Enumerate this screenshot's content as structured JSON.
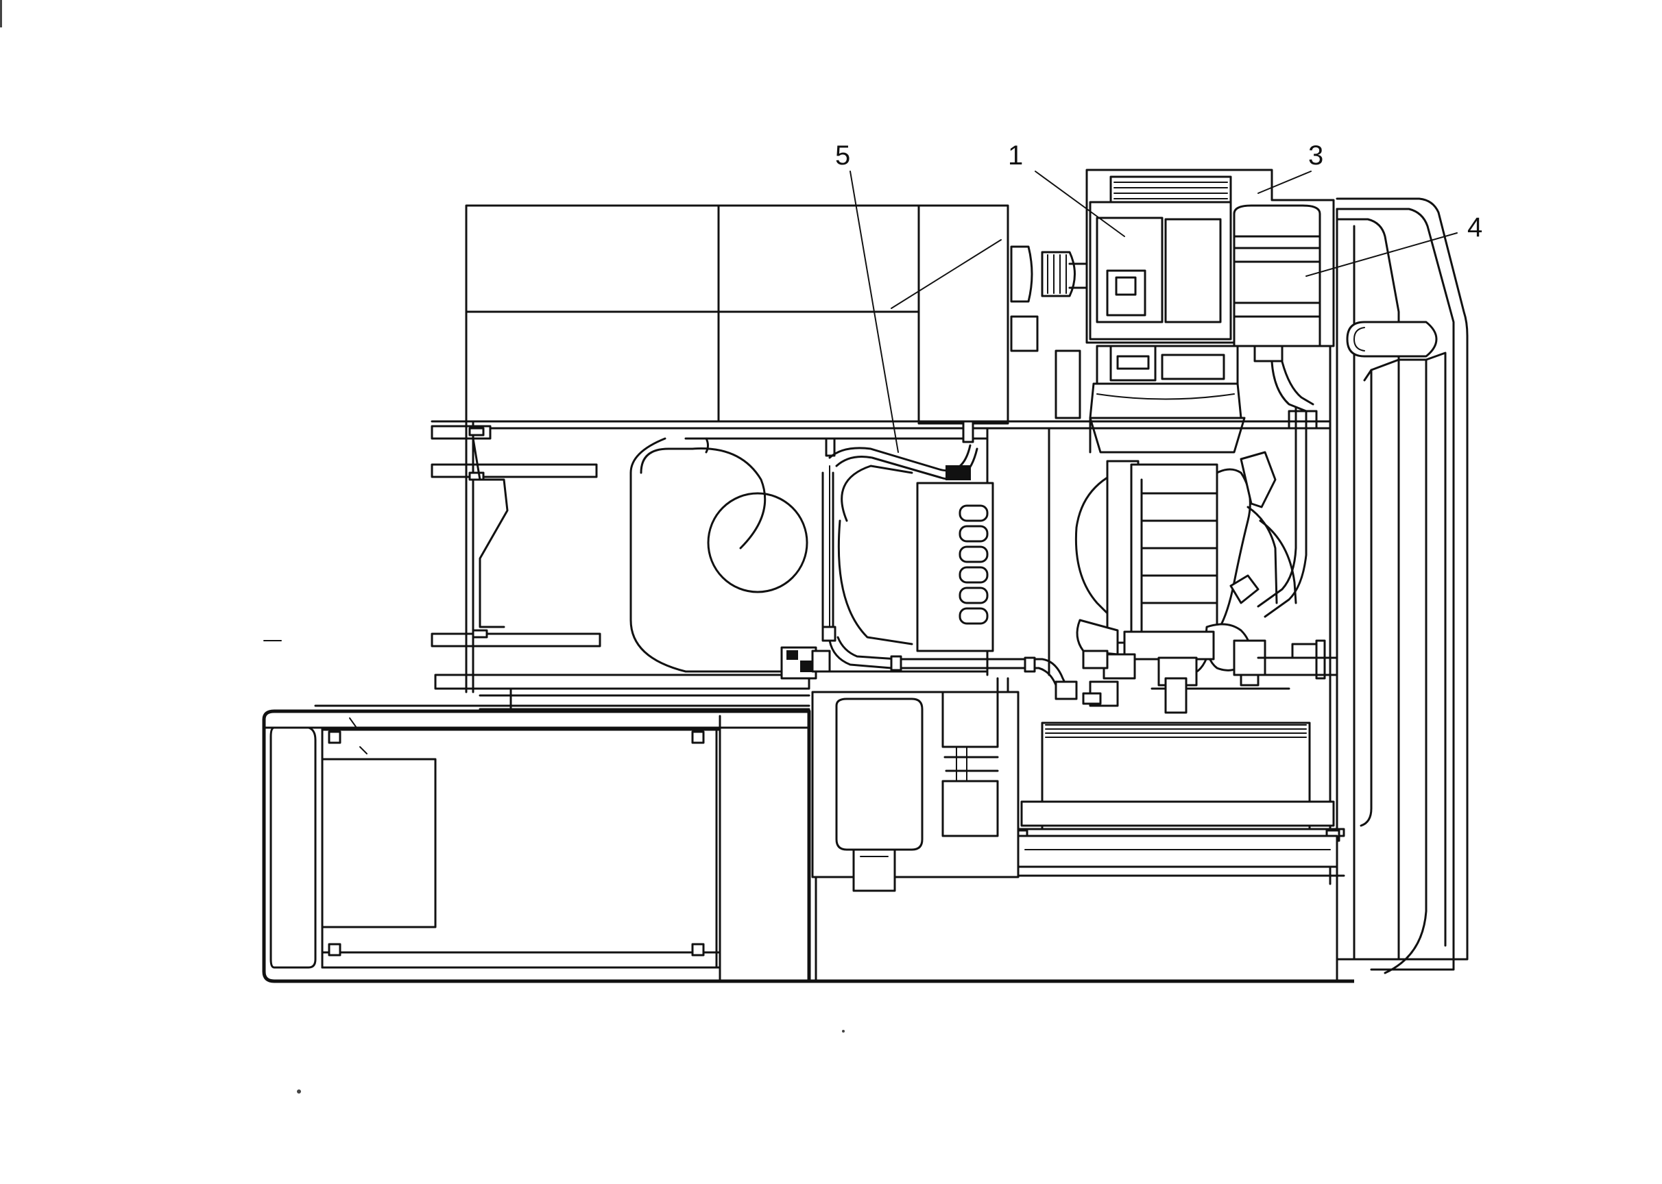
{
  "callouts": [
    {
      "label": "5"
    },
    {
      "label": "1"
    },
    {
      "label": "3"
    },
    {
      "label": "4"
    }
  ]
}
